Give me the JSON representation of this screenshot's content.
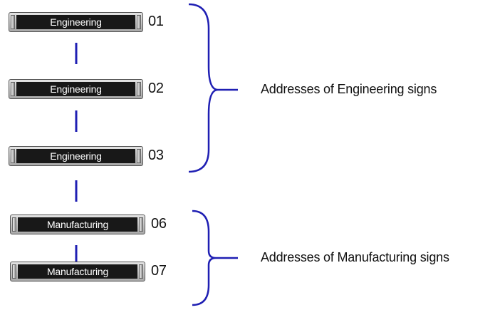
{
  "signs": [
    {
      "label": "Engineering",
      "address": "01"
    },
    {
      "label": "Engineering",
      "address": "02"
    },
    {
      "label": "Engineering",
      "address": "03"
    },
    {
      "label": "Manufacturing",
      "address": "06"
    },
    {
      "label": "Manufacturing",
      "address": "07"
    }
  ],
  "groups": [
    {
      "label": "Addresses of Engineering signs"
    },
    {
      "label": "Addresses of Manufacturing signs"
    }
  ],
  "colors": {
    "connector": "#1f1fb3",
    "sign_panel": "#181818",
    "sign_text": "#ffffff"
  }
}
